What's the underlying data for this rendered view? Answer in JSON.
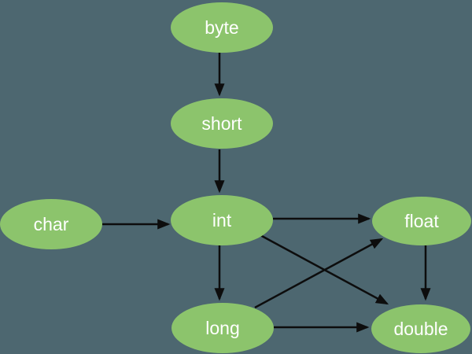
{
  "diagram": {
    "type": "directed-graph",
    "subject": "primitive type widening conversions",
    "colors": {
      "background": "#4d6770",
      "node_fill": "#8cc46c",
      "node_text": "#ffffff",
      "edge_stroke": "#0d0d0d"
    },
    "nodes": [
      {
        "id": "byte",
        "label": "byte"
      },
      {
        "id": "short",
        "label": "short"
      },
      {
        "id": "int",
        "label": "int"
      },
      {
        "id": "char",
        "label": "char"
      },
      {
        "id": "float",
        "label": "float"
      },
      {
        "id": "long",
        "label": "long"
      },
      {
        "id": "double",
        "label": "double"
      }
    ],
    "edges": [
      {
        "from": "byte",
        "to": "short"
      },
      {
        "from": "short",
        "to": "int"
      },
      {
        "from": "char",
        "to": "int"
      },
      {
        "from": "int",
        "to": "float"
      },
      {
        "from": "int",
        "to": "long"
      },
      {
        "from": "int",
        "to": "double"
      },
      {
        "from": "long",
        "to": "float"
      },
      {
        "from": "long",
        "to": "double"
      },
      {
        "from": "float",
        "to": "double"
      }
    ]
  }
}
